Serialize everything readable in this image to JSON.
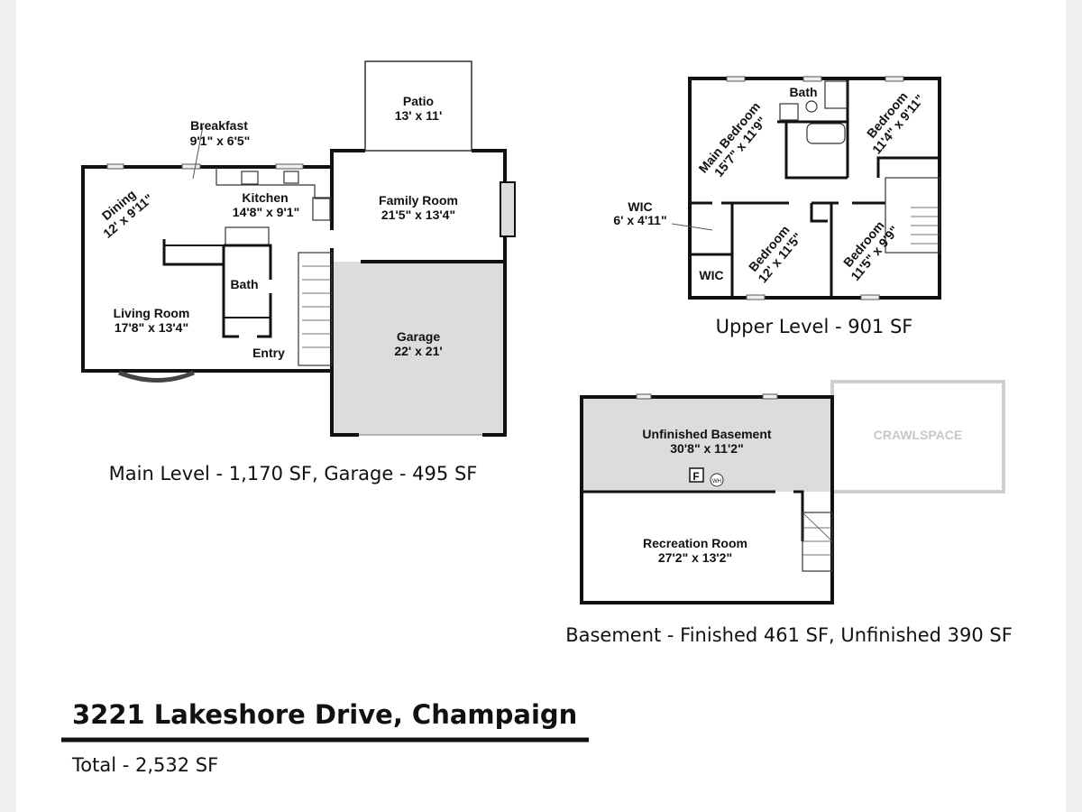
{
  "main_level": {
    "caption": "Main Level - 1,170 SF,  Garage - 495 SF",
    "rooms": {
      "patio": {
        "name": "Patio",
        "size": "13' x 11'"
      },
      "breakfast": {
        "name": "Breakfast",
        "size": "9'1\" x 6'5\""
      },
      "dining": {
        "name": "Dining",
        "size": "12' x 9'11\""
      },
      "kitchen": {
        "name": "Kitchen",
        "size": "14'8\" x 9'1\""
      },
      "family_room": {
        "name": "Family Room",
        "size": "21'5\" x 13'4\""
      },
      "bath": {
        "name": "Bath"
      },
      "living_room": {
        "name": "Living Room",
        "size": "17'8\" x 13'4\""
      },
      "entry": {
        "name": "Entry"
      },
      "garage": {
        "name": "Garage",
        "size": "22' x 21'"
      }
    }
  },
  "upper_level": {
    "caption": "Upper Level - 901 SF",
    "rooms": {
      "bath": {
        "name": "Bath"
      },
      "main_bedroom": {
        "name": "Main Bedroom",
        "size": "15'7\" x 11'9\""
      },
      "bedroom_ne": {
        "name": "Bedroom",
        "size": "11'4\" x 9'11\""
      },
      "wic_large": {
        "name": "WIC",
        "size": "6' x 4'11\""
      },
      "wic_small": {
        "name": "WIC"
      },
      "bedroom_s": {
        "name": "Bedroom",
        "size": "12' x 11'5\""
      },
      "bedroom_se": {
        "name": "Bedroom",
        "size": "11'5\" x 9'9\""
      }
    }
  },
  "basement": {
    "caption": "Basement - Finished 461 SF, Unfinished 390 SF",
    "rooms": {
      "unfinished": {
        "name": "Unfinished Basement",
        "size": "30'8\" x 11'2\""
      },
      "furnace": "F",
      "water_heater": "WH",
      "crawlspace": "CRAWLSPACE",
      "recreation": {
        "name": "Recreation Room",
        "size": "27'2\" x 13'2\""
      }
    }
  },
  "property": {
    "address": "3221 Lakeshore Drive, Champaign",
    "total": "Total - 2,532 SF"
  }
}
